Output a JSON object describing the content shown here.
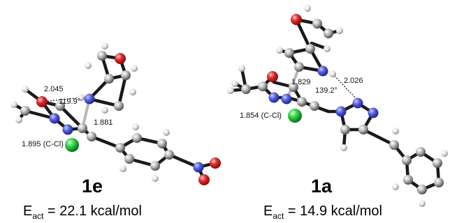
{
  "left": {
    "compound_label": "1e",
    "hbond_distance": "2.045",
    "angle": "119.9°",
    "cn_distance": "1.881",
    "ccl_distance": "1.895 (C-Cl)",
    "energy": {
      "symbol": "E",
      "subscript": "act",
      "value": " = 22.1 kcal/mol"
    }
  },
  "right": {
    "compound_label": "1a",
    "cn_distance": "1.829",
    "hbond_distance": "2.026",
    "angle": "139.2°",
    "ccl_distance": "1.854 (C-Cl)",
    "energy": {
      "symbol": "E",
      "subscript": "act",
      "value": " = 14.9 kcal/mol"
    }
  },
  "colors": {
    "carbon": "#9e9e9e",
    "hydrogen": "#e6e6e6",
    "nitrogen": "#4a54d6",
    "oxygen": "#d8262b",
    "chlorine": "#28c83a",
    "bond": "#1a1a1a",
    "partial_bond": "#b8b8b8"
  }
}
